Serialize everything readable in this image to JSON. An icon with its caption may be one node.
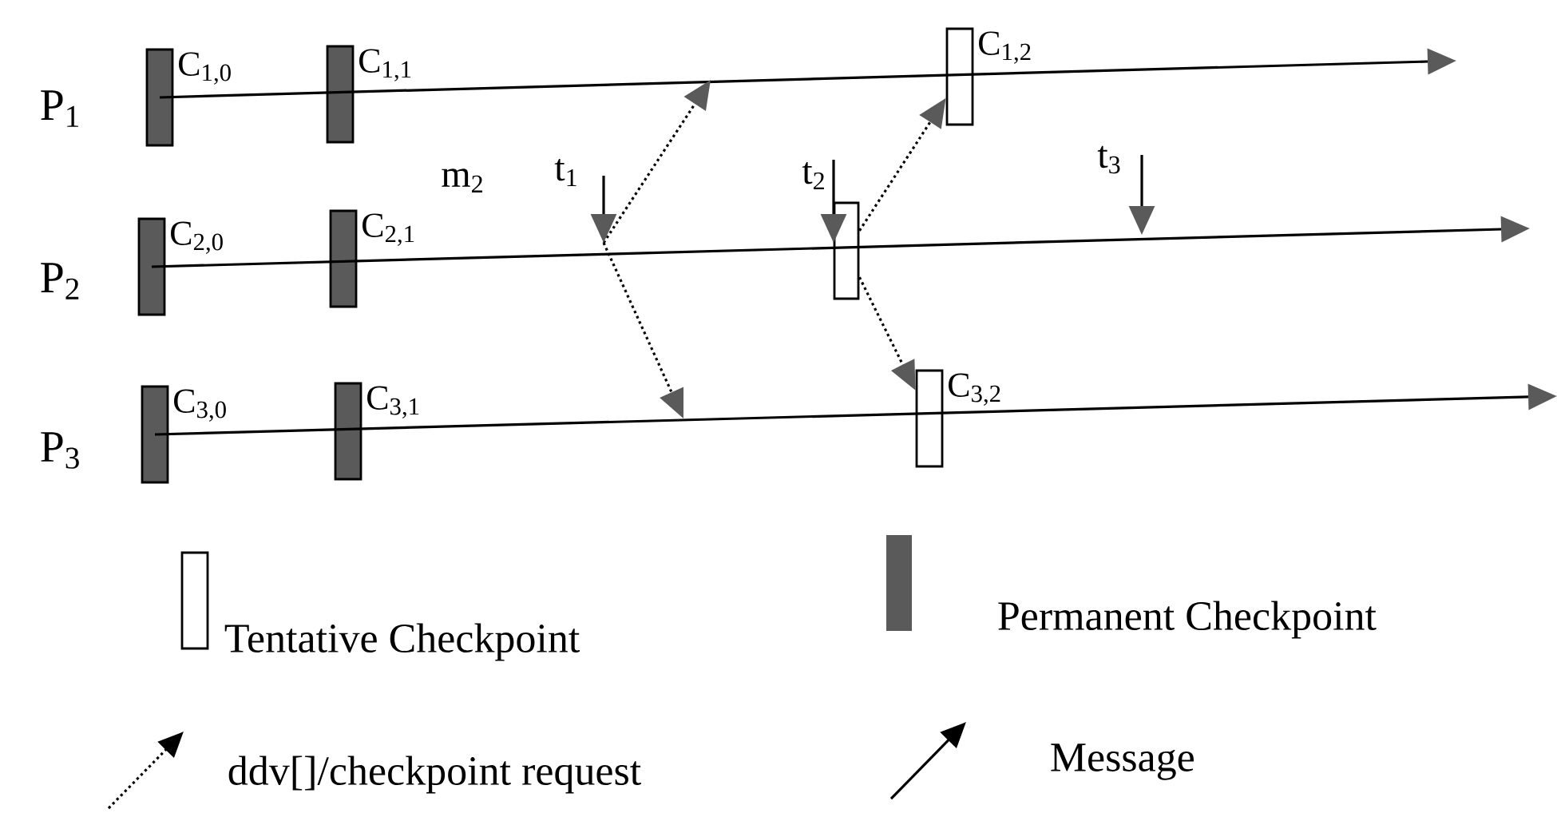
{
  "diagram": {
    "nodes": [
      {
        "text": [
          "C$_{1,0}$"
        ]
      },
      {
        "text": [
          "C$_{1,1}$"
        ]
      },
      {
        "text": [
          "C$_{1,2}$"
        ]
      },
      {
        "text": [
          "C$_{2,0}$"
        ]
      },
      {
        "text": [
          "C$_{2,1}$"
        ]
      },
      {
        "text": [],
        "shape": "box"
      },
      {
        "text": [
          "C$_{3,0}$"
        ]
      },
      {
        "text": [
          "C$_{3,1}$"
        ]
      },
      {
        "text": [
          "C$_{3,2}$"
        ]
      }
    ],
    "edges": [
      {
        "from": 0,
        "to": null,
        "arrow": "to"
      },
      {
        "from": 3,
        "to": null,
        "arrow": "to"
      },
      {
        "from": 6,
        "to": null,
        "arrow": "to"
      },
      {
        "from": 5,
        "to": 2,
        "arrow": "to",
        "style": "dashed"
      },
      {
        "from": 5,
        "to": 8,
        "arrow": "to",
        "style": "dashed"
      }
    ],
    "labels": [
      "P$_{1}$",
      "P$_{2}$",
      "P$_{3}$",
      "m$_{2}$",
      "t$_{1}$",
      "t$_{2}$",
      "t$_{3}$"
    ],
    "legend": [
      {
        "text": "Tentative Checkpoint"
      },
      {
        "text": "Permanent Checkpoint",
        "color": "#5a5a5a"
      },
      {
        "text": "ddv[]/checkpoint request"
      },
      {
        "text": "Message"
      }
    ]
  }
}
